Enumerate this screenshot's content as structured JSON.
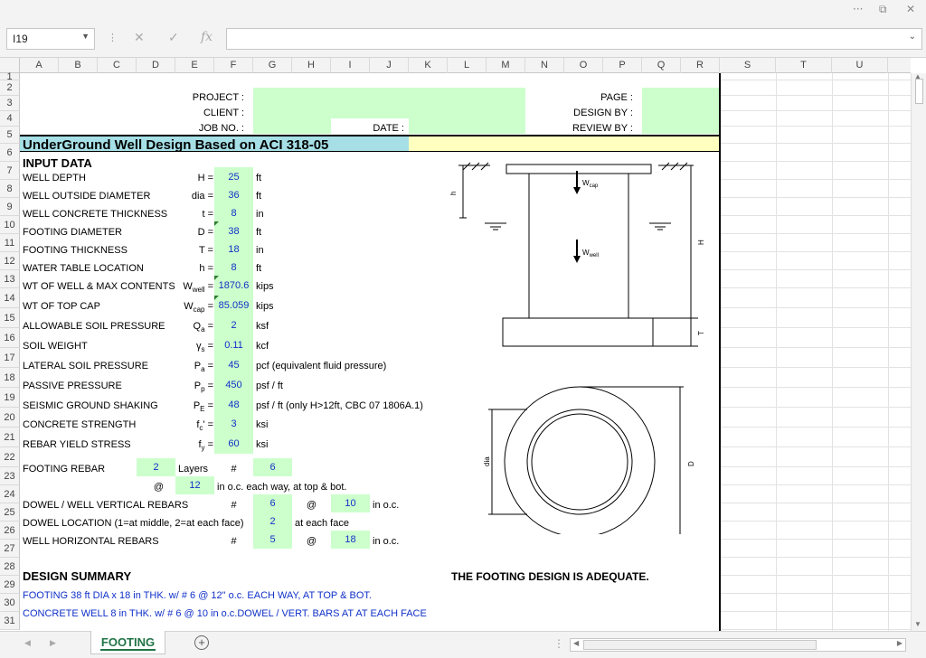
{
  "app": {
    "name_box": "I19",
    "formula": "",
    "window_controls": [
      "ellipsis-icon",
      "restore-icon",
      "close-icon"
    ]
  },
  "columns": [
    "A",
    "B",
    "C",
    "D",
    "E",
    "F",
    "G",
    "H",
    "I",
    "J",
    "K",
    "L",
    "M",
    "N",
    "O",
    "P",
    "Q",
    "R",
    "S",
    "T",
    "U"
  ],
  "rows": [
    "1",
    "2",
    "3",
    "4",
    "5",
    "6",
    "7",
    "8",
    "9",
    "10",
    "11",
    "12",
    "13",
    "14",
    "15",
    "16",
    "17",
    "18",
    "19",
    "20",
    "21",
    "22",
    "23",
    "24",
    "25",
    "26",
    "27",
    "28",
    "29",
    "30",
    "31"
  ],
  "header": {
    "project_label": "PROJECT :",
    "client_label": "CLIENT :",
    "jobno_label": "JOB NO. :",
    "date_label": "DATE :",
    "page_label": "PAGE :",
    "design_by_label": "DESIGN BY :",
    "review_by_label": "REVIEW BY :"
  },
  "title": "UnderGround Well Design Based on ACI 318-05",
  "input_heading": "INPUT DATA",
  "inputs": [
    {
      "label": "WELL DEPTH",
      "sym": "H =",
      "value": "25",
      "unit": "ft"
    },
    {
      "label": "WELL OUTSIDE DIAMETER",
      "sym": "dia =",
      "value": "36",
      "unit": "ft"
    },
    {
      "label": "WELL CONCRETE THICKNESS",
      "sym": "t =",
      "value": "8",
      "unit": "in"
    },
    {
      "label": "FOOTING DIAMETER",
      "sym": "D =",
      "value": "38",
      "unit": "ft"
    },
    {
      "label": "FOOTING THICKNESS",
      "sym": "T =",
      "value": "18",
      "unit": "in"
    },
    {
      "label": "WATER TABLE LOCATION",
      "sym": "h =",
      "value": "8",
      "unit": "ft"
    },
    {
      "label": "WT OF WELL & MAX CONTENTS",
      "sym": "W",
      "sub": "well",
      "sym2": " =",
      "value": "1870.6",
      "unit": "kips"
    },
    {
      "label": "WT OF TOP CAP",
      "sym": "W",
      "sub": "cap",
      "sym2": " =",
      "value": "85.059",
      "unit": "kips"
    },
    {
      "label": "ALLOWABLE SOIL PRESSURE",
      "sym": "Q",
      "sub": "a",
      "sym2": " =",
      "value": "2",
      "unit": "ksf"
    },
    {
      "label": "SOIL WEIGHT",
      "sym": "γ",
      "sub": "s",
      "sym2": " =",
      "value": "0.11",
      "unit": "kcf"
    },
    {
      "label": "LATERAL SOIL PRESSURE",
      "sym": "P",
      "sub": "a",
      "sym2": " =",
      "value": "45",
      "unit": "pcf (equivalent fluid pressure)"
    },
    {
      "label": "PASSIVE PRESSURE",
      "sym": "P",
      "sub": "p",
      "sym2": " =",
      "value": "450",
      "unit": "psf / ft"
    },
    {
      "label": "SEISMIC GROUND SHAKING",
      "sym": "P",
      "sub": "E",
      "sym2": " =",
      "value": "48",
      "unit": "psf / ft (only H>12ft, CBC 07 1806A.1)"
    },
    {
      "label": "CONCRETE STRENGTH",
      "sym": "f",
      "sub": "c",
      "sym2": "' =",
      "value": "3",
      "unit": "ksi"
    },
    {
      "label": "REBAR YIELD STRESS",
      "sym": "f",
      "sub": "y",
      "sym2": " =",
      "value": "60",
      "unit": "ksi"
    }
  ],
  "footing_rebar": {
    "label": "FOOTING REBAR",
    "layers_value": "2",
    "layers_label": "Layers",
    "hash": "#",
    "bar_no": "6",
    "at": "@",
    "spacing": "12",
    "spacing_text": "in o.c. each way, at top & bot."
  },
  "dowel_rebars": {
    "label": "DOWEL / WELL VERTICAL REBARS",
    "hash": "#",
    "bar_no": "6",
    "at": "@",
    "spacing": "10",
    "unit": "in o.c."
  },
  "dowel_location": {
    "label": "DOWEL LOCATION (1=at middle, 2=at each face)",
    "value": "2",
    "unit": "at each face"
  },
  "horiz_rebars": {
    "label": "WELL HORIZONTAL REBARS",
    "hash": "#",
    "bar_no": "5",
    "at": "@",
    "spacing": "18",
    "unit": "in o.c."
  },
  "summary_heading": "DESIGN SUMMARY",
  "adequate": "THE FOOTING DESIGN IS ADEQUATE.",
  "summary_lines": [
    "FOOTING 38 ft DIA x 18 in THK. w/  # 6 @ 12\" o.c. EACH WAY, AT TOP & BOT.",
    "CONCRETE WELL  8 in THK. w/ # 6 @ 10 in o.c.DOWEL / VERT. BARS AT AT EACH FACE"
  ],
  "diagram": {
    "h": "h",
    "H": "H",
    "T": "T",
    "dia": "dia",
    "D": "D",
    "wcap": "W",
    "wcap_sub": "cap",
    "wwell": "W",
    "wwell_sub": "well"
  },
  "sheet_tab": "FOOTING",
  "colors": {
    "input_fill": "#ccffcc",
    "title_fill": "#a6dfe6",
    "title_yellow": "#ffffc0",
    "value_blue": "#1030c8",
    "tab_green": "#217346"
  }
}
